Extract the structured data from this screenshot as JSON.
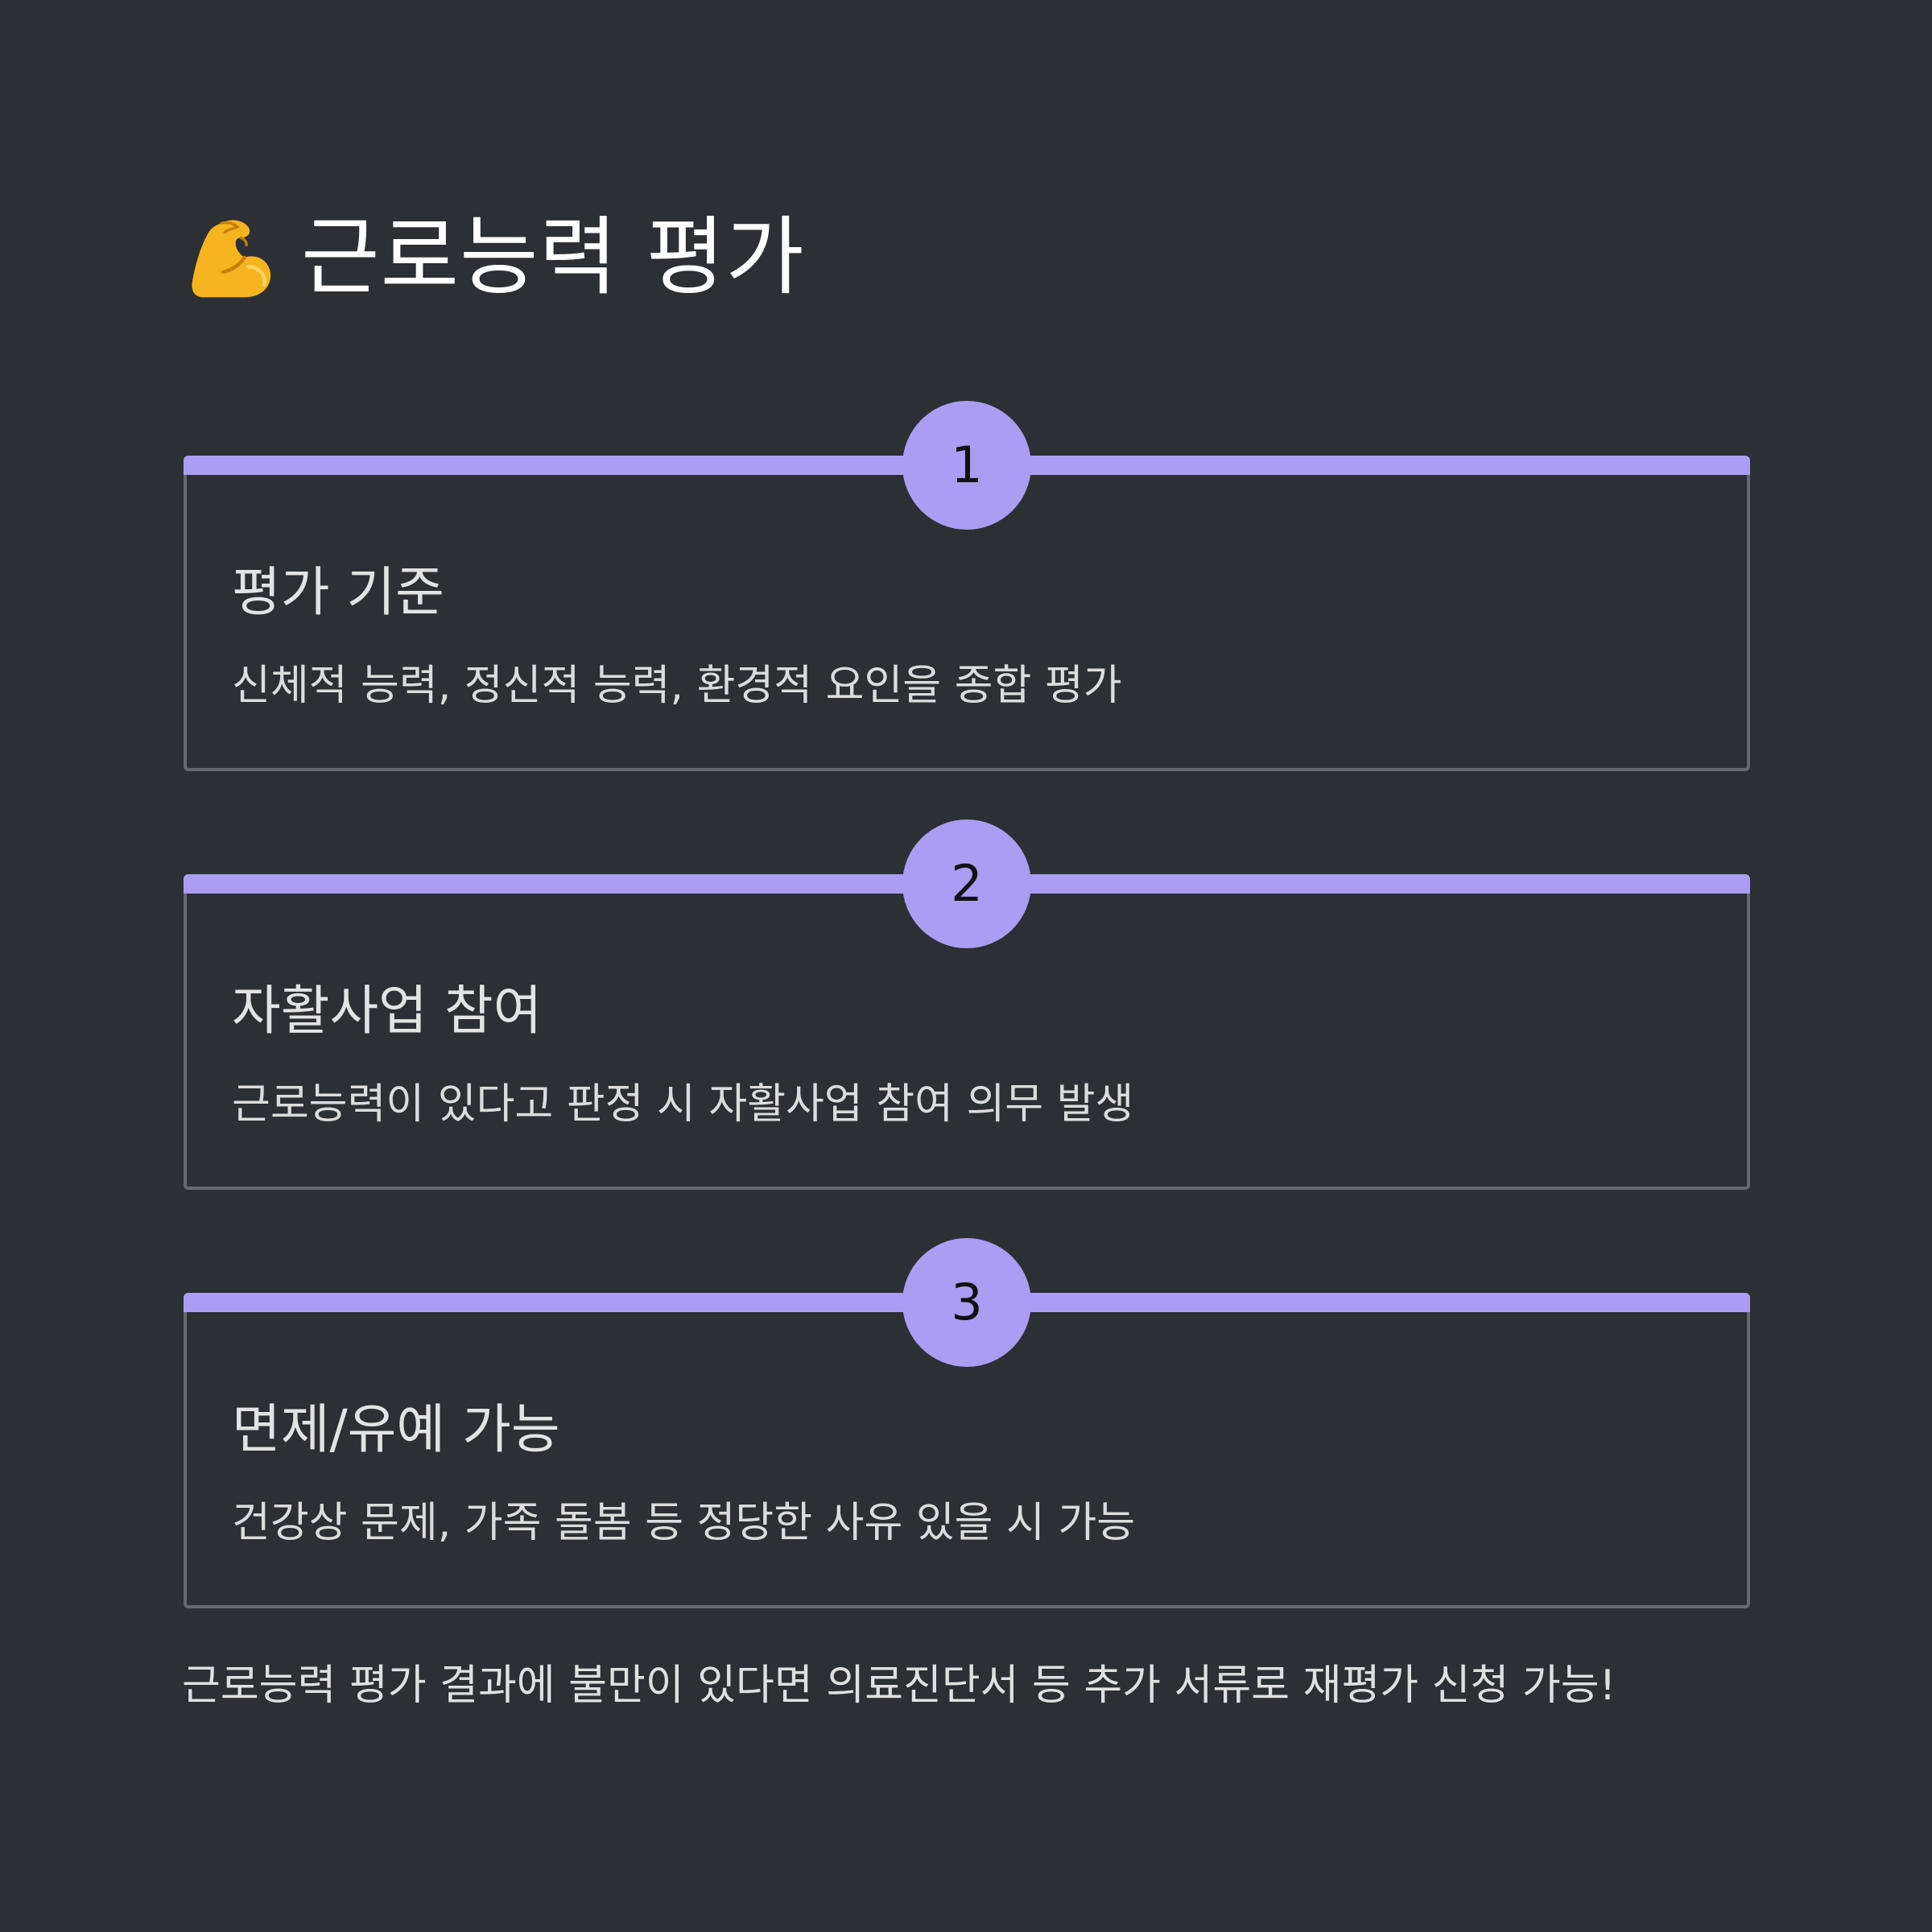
{
  "header": {
    "icon": "flexed-biceps-icon",
    "title": "근로능력 평가"
  },
  "colors": {
    "background": "#2c2f33",
    "accent": "#ab9df2",
    "border": "#65686d"
  },
  "steps": [
    {
      "number": "1",
      "title": "평가 기준",
      "description": "신체적 능력, 정신적 능력, 환경적 요인을 종합 평가"
    },
    {
      "number": "2",
      "title": "자활사업 참여",
      "description": "근로능력이 있다고 판정 시 자활사업 참여 의무 발생"
    },
    {
      "number": "3",
      "title": "면제/유예 가능",
      "description": "건강상 문제, 가족 돌봄 등 정당한 사유 있을 시 가능"
    }
  ],
  "footer": {
    "note": "근로능력 평가 결과에 불만이 있다면 의료진단서 등 추가 서류로 재평가 신청 가능!"
  }
}
